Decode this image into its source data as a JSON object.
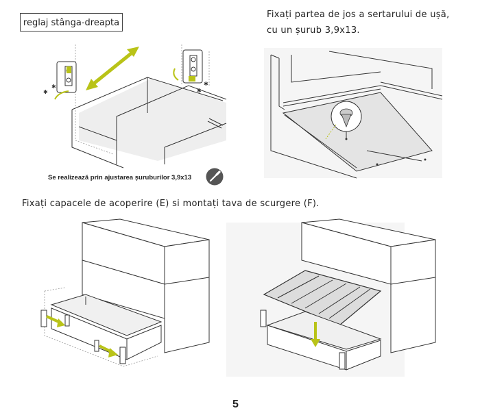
{
  "step1": {
    "label": "reglaj stânga-dreapta",
    "caption": "Se realizează prin ajustarea șuruburilor 3,9x13",
    "tool_icon": "screwdriver-icon"
  },
  "step2": {
    "instruction_line1": "Fixați partea de jos a sertarului de ușă,",
    "instruction_line2": "cu un șurub 3,9x13."
  },
  "step3": {
    "instruction": "Fixați capacele de acoperire (E) si montați tava de scurgere (F)."
  },
  "page_number": "5",
  "colors": {
    "accent_arrow": "#b9c318",
    "line": "#333333",
    "tool_circle": "#555555"
  }
}
